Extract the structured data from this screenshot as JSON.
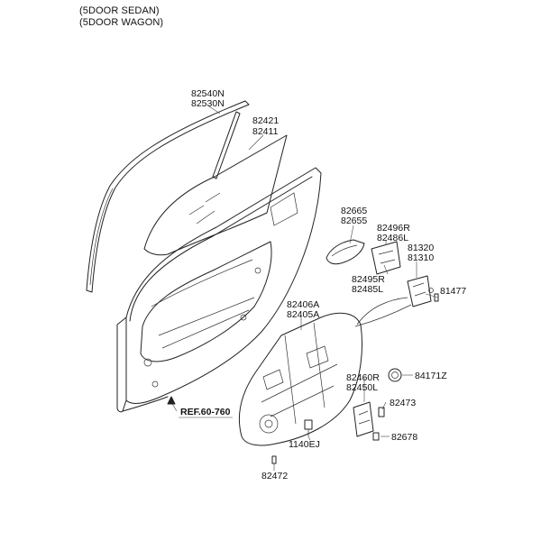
{
  "header": {
    "line1": "(5DOOR SEDAN)",
    "line2": "(5DOOR WAGON)"
  },
  "labels": {
    "l82540N": "82540N",
    "l82530N": "82530N",
    "l82421": "82421",
    "l82411": "82411",
    "l82665": "82665",
    "l82655": "82655",
    "l82496R": "82496R",
    "l82486L": "82486L",
    "l81320": "81320",
    "l81310": "81310",
    "l82495R": "82495R",
    "l82485L": "82485L",
    "l81477": "81477",
    "l82406A": "82406A",
    "l82405A": "82405A",
    "l84171Z": "84171Z",
    "l82460R": "82460R",
    "l82450L": "82450L",
    "l82473": "82473",
    "l82678": "82678",
    "l1140EJ": "1140EJ",
    "l82472": "82472",
    "ref": "REF.60-760"
  }
}
